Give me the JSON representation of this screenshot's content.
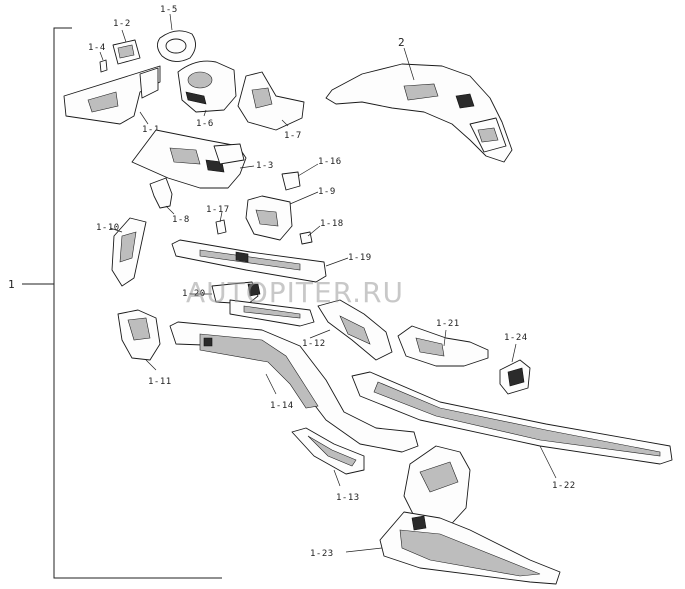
{
  "watermark": "AUTOPITER.RU",
  "group_label": "1",
  "labels": {
    "p1_1": "1-1",
    "p1_2": "1-2",
    "p1_3": "1-3",
    "p1_4": "1-4",
    "p1_5": "1-5",
    "p1_6": "1-6",
    "p1_7": "1-7",
    "p1_8": "1-8",
    "p1_9": "1-9",
    "p1_10": "1-10",
    "p1_11": "1-11",
    "p1_12": "1-12",
    "p1_13": "1-13",
    "p1_14": "1-14",
    "p1_16": "1-16",
    "p1_17": "1-17",
    "p1_18": "1-18",
    "p1_19": "1-19",
    "p1_20": "1-20",
    "p1_21": "1-21",
    "p1_22": "1-22",
    "p1_23": "1-23",
    "p1_24": "1-24",
    "p2": "2"
  },
  "colors": {
    "line": "#1a1a1a",
    "watermark": "#9a9a9a",
    "background": "#ffffff"
  }
}
